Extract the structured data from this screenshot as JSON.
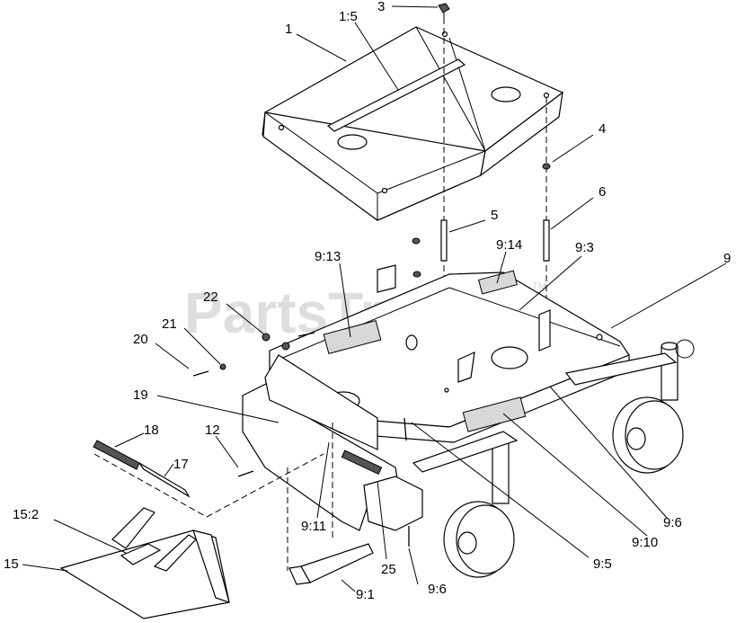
{
  "watermark": {
    "text": "PartsTree",
    "trademark": "TM"
  },
  "callouts": [
    {
      "id": "c-1",
      "text": "1"
    },
    {
      "id": "c-1-5",
      "text": "1:5"
    },
    {
      "id": "c-3",
      "text": "3"
    },
    {
      "id": "c-4",
      "text": "4"
    },
    {
      "id": "c-5",
      "text": "5"
    },
    {
      "id": "c-6",
      "text": "6"
    },
    {
      "id": "c-9",
      "text": "9"
    },
    {
      "id": "c-9-14",
      "text": "9:14"
    },
    {
      "id": "c-9-3",
      "text": "9:3"
    },
    {
      "id": "c-9-13",
      "text": "9:13"
    },
    {
      "id": "c-22",
      "text": "22"
    },
    {
      "id": "c-21",
      "text": "21"
    },
    {
      "id": "c-20",
      "text": "20"
    },
    {
      "id": "c-19",
      "text": "19"
    },
    {
      "id": "c-12",
      "text": "12"
    },
    {
      "id": "c-18",
      "text": "18"
    },
    {
      "id": "c-17",
      "text": "17"
    },
    {
      "id": "c-15-2",
      "text": "15:2"
    },
    {
      "id": "c-15",
      "text": "15"
    },
    {
      "id": "c-9-11",
      "text": "9:11"
    },
    {
      "id": "c-25",
      "text": "25"
    },
    {
      "id": "c-9-1",
      "text": "9:1"
    },
    {
      "id": "c-9-6a",
      "text": "9:6"
    },
    {
      "id": "c-9-5",
      "text": "9:5"
    },
    {
      "id": "c-9-10",
      "text": "9:10"
    },
    {
      "id": "c-9-6b",
      "text": "9:6"
    }
  ]
}
